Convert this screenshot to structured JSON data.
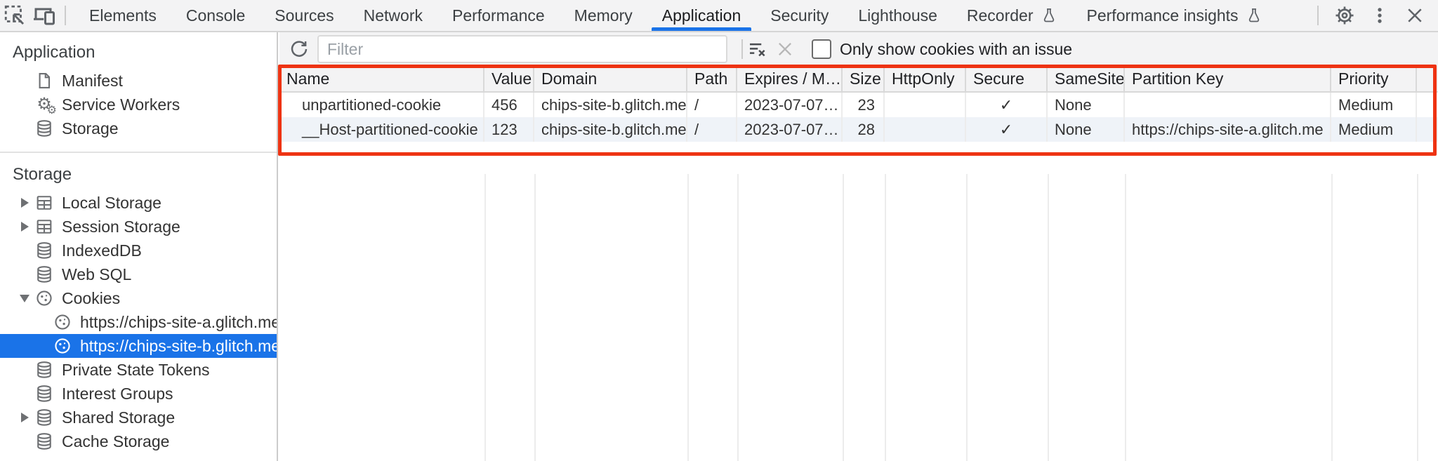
{
  "toolbar": {
    "tabs": [
      {
        "label": "Elements"
      },
      {
        "label": "Console"
      },
      {
        "label": "Sources"
      },
      {
        "label": "Network"
      },
      {
        "label": "Performance"
      },
      {
        "label": "Memory"
      },
      {
        "label": "Application"
      },
      {
        "label": "Security"
      },
      {
        "label": "Lighthouse"
      },
      {
        "label": "Recorder"
      },
      {
        "label": "Performance insights"
      }
    ],
    "active_tab": "Application"
  },
  "sidebar": {
    "app_section_title": "Application",
    "storage_section_title": "Storage",
    "app_items": [
      {
        "label": "Manifest"
      },
      {
        "label": "Service Workers"
      },
      {
        "label": "Storage"
      }
    ],
    "storage_items": [
      {
        "label": "Local Storage",
        "expander": "collapsed"
      },
      {
        "label": "Session Storage",
        "expander": "collapsed"
      },
      {
        "label": "IndexedDB"
      },
      {
        "label": "Web SQL"
      },
      {
        "label": "Cookies",
        "expander": "expanded"
      },
      {
        "label": "https://chips-site-a.glitch.me",
        "depth": 1
      },
      {
        "label": "https://chips-site-b.glitch.me",
        "depth": 1,
        "selected": true
      },
      {
        "label": "Private State Tokens"
      },
      {
        "label": "Interest Groups"
      },
      {
        "label": "Shared Storage",
        "expander": "collapsed"
      },
      {
        "label": "Cache Storage"
      }
    ]
  },
  "cookies_panel": {
    "filter_placeholder": "Filter",
    "only_show_issue_label": "Only show cookies with an issue",
    "checkbox_checked": false,
    "table": {
      "columns": [
        "Name",
        "Value",
        "Domain",
        "Path",
        "Expires / M…",
        "Size",
        "HttpOnly",
        "Secure",
        "SameSite",
        "Partition Key",
        "Priority"
      ],
      "rows": [
        {
          "name": "unpartitioned-cookie",
          "value": "456",
          "domain": "chips-site-b.glitch.me",
          "path": "/",
          "expires": "2023-07-07…",
          "size": "23",
          "http_only": "",
          "secure": "✓",
          "same_site": "None",
          "partition_key": "",
          "priority": "Medium"
        },
        {
          "name": "__Host-partitioned-cookie",
          "value": "123",
          "domain": "chips-site-b.glitch.me",
          "path": "/",
          "expires": "2023-07-07…",
          "size": "28",
          "http_only": "",
          "secure": "✓",
          "same_site": "None",
          "partition_key": "https://chips-site-a.glitch.me",
          "priority": "Medium"
        }
      ]
    }
  },
  "colors": {
    "accent_blue": "#1a73e8",
    "selected_item_bg": "#1a73e8",
    "annotation_red": "#ee3312",
    "toolbar_bg": "#f3f3f4",
    "alt_row_bg": "#eff3f8"
  }
}
